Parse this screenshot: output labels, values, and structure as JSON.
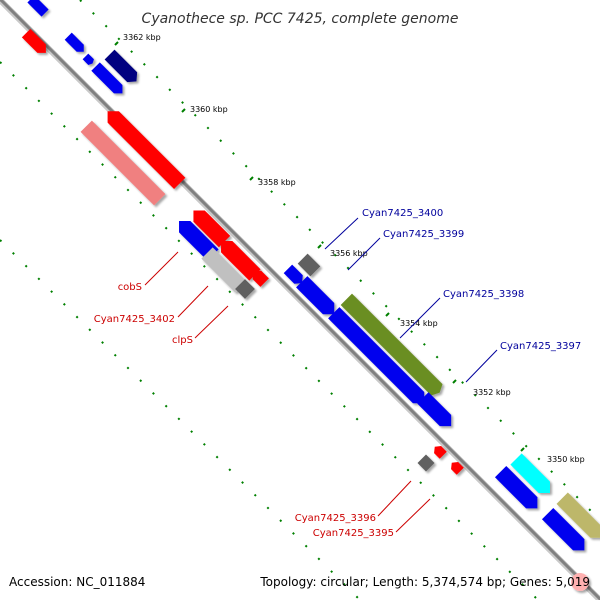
{
  "title": "Cyanothece sp. PCC 7425, complete genome",
  "footer": {
    "accession": "Accession: NC_011884",
    "summary": "Topology: circular; Length: 5,374,574 bp; Genes: 5,019"
  },
  "ruler_labels": [
    "3362 kbp",
    "3360 kbp",
    "3358 kbp",
    "3356 kbp",
    "3354 kbp",
    "3352 kbp",
    "3350 kbp"
  ],
  "gene_labels": {
    "plus": [
      {
        "text": "Cyan7425_3400",
        "color": "#00009c"
      },
      {
        "text": "Cyan7425_3399",
        "color": "#00009c"
      },
      {
        "text": "Cyan7425_3398",
        "color": "#00009c"
      },
      {
        "text": "Cyan7425_3397",
        "color": "#00009c"
      }
    ],
    "minus": [
      {
        "text": "cobS",
        "color": "#cc0000"
      },
      {
        "text": "Cyan7425_3402",
        "color": "#cc0000"
      },
      {
        "text": "clpS",
        "color": "#cc0000"
      },
      {
        "text": "Cyan7425_3396",
        "color": "#cc0000"
      },
      {
        "text": "Cyan7425_3395",
        "color": "#cc0000"
      }
    ]
  },
  "colors": {
    "backbone": "#808080",
    "tick": "#008000",
    "blue": "#0000ee",
    "navy": "#000080",
    "red": "#ff0000",
    "pink": "#f08080",
    "gray": "#606060",
    "lightgray": "#c0c0c0",
    "olive": "#6b8e23",
    "cyan": "#00ffff",
    "khaki": "#bdb76b"
  }
}
